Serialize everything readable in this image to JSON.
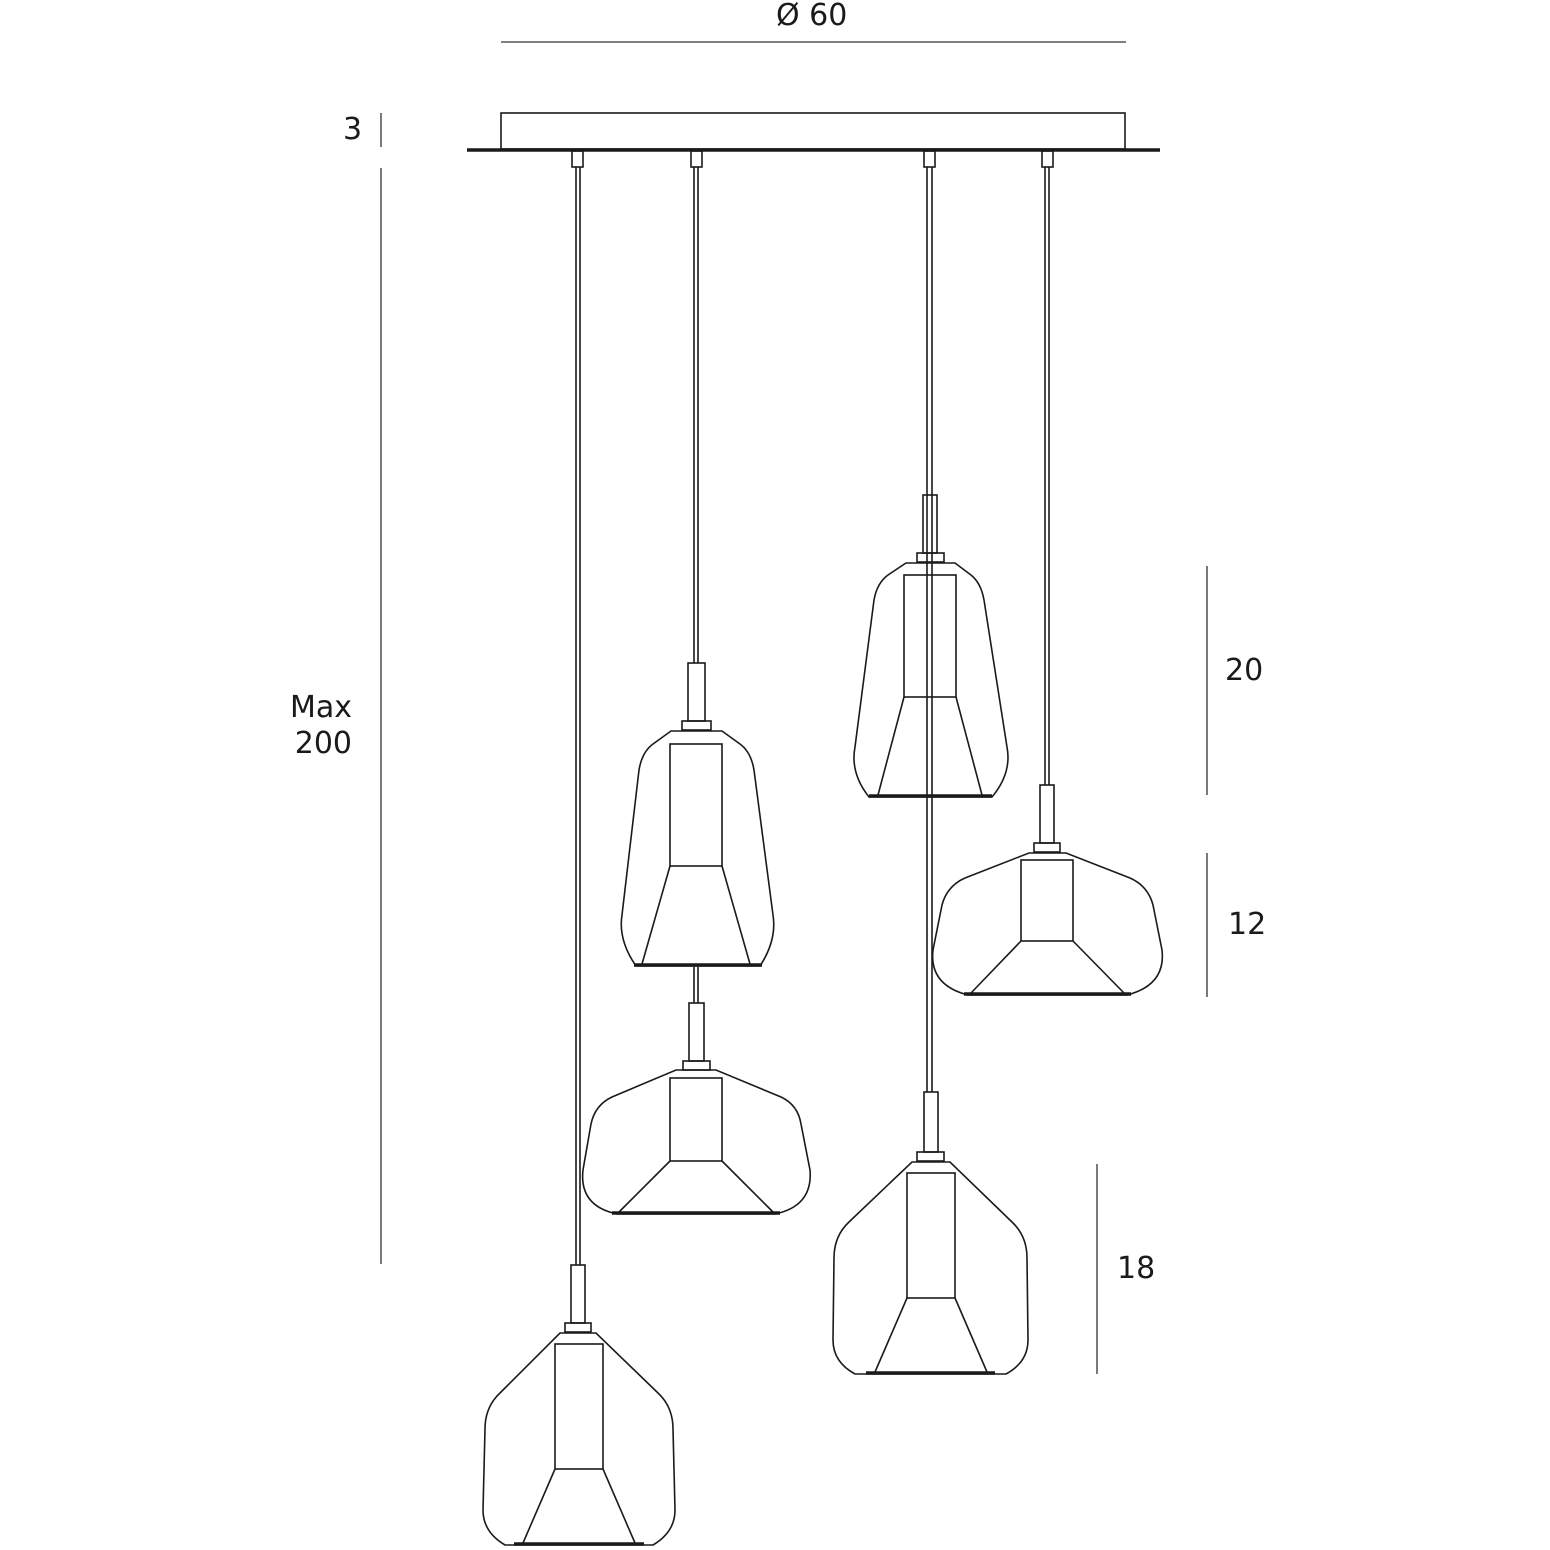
{
  "dimensions": {
    "diameter": "Ø 60",
    "canopy_height": "3",
    "max_drop_line1": "Max",
    "max_drop_line2": "200",
    "tall_shade_height": "20",
    "wide_shade_height": "12",
    "round_shade_height": "18"
  }
}
